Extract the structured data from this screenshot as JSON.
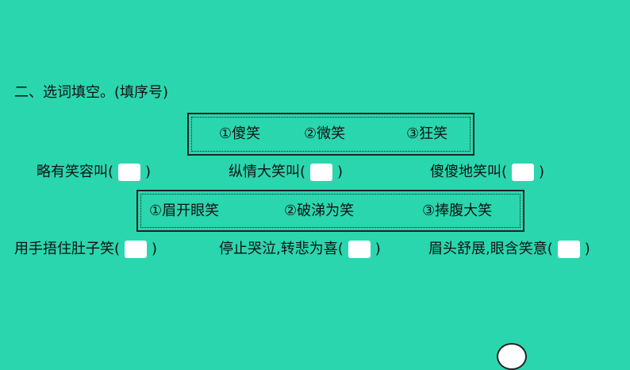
{
  "heading": "二、选词填空。(填序号)",
  "group1": {
    "options": [
      "①傻笑",
      "②微笑",
      "③狂笑"
    ],
    "items": [
      {
        "prompt": "略有笑容叫",
        "open": "(",
        "close": ")"
      },
      {
        "prompt": "纵情大笑叫",
        "open": "(",
        "close": ")"
      },
      {
        "prompt": "傻傻地笑叫",
        "open": "(",
        "close": ")"
      }
    ]
  },
  "group2": {
    "options": [
      "①眉开眼笑",
      "②破涕为笑",
      "③捧腹大笑"
    ],
    "items": [
      {
        "prompt": "用手捂住肚子笑",
        "open": "(",
        "close": ")"
      },
      {
        "prompt": "停止哭泣,转悲为喜",
        "open": "(",
        "close": ")"
      },
      {
        "prompt": "眉头舒展,眼含笑意",
        "open": "(",
        "close": ")"
      }
    ]
  },
  "colors": {
    "background": "#2ad6ae",
    "answer_box": "#ffffff",
    "text": "#111111"
  }
}
